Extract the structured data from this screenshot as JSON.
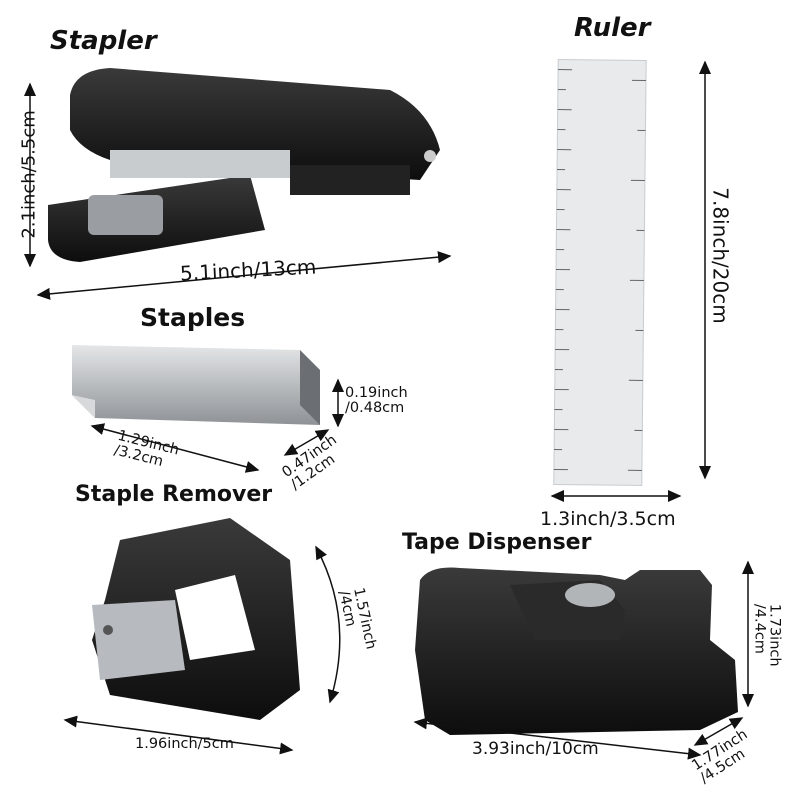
{
  "products": {
    "stapler": {
      "title": "Stapler",
      "height": "2.1inch/5.5cm",
      "length": "5.1inch/13cm"
    },
    "ruler": {
      "title": "Ruler",
      "length": "7.8inch/20cm",
      "width": "1.3inch/3.5cm"
    },
    "staples": {
      "title": "Staples",
      "height_line1": "0.19inch",
      "height_line2": "/0.48cm",
      "length_line1": "1.29inch",
      "length_line2": "/3.2cm",
      "depth_line1": "0.47inch",
      "depth_line2": "/1.2cm"
    },
    "staple_remover": {
      "title": "Staple Remover",
      "height_line1": "1.57inch",
      "height_line2": "/4cm",
      "length": "1.96inch/5cm"
    },
    "tape_dispenser": {
      "title": "Tape Dispenser",
      "height_line1": "1.73inch",
      "height_line2": "/4.4cm",
      "length": "3.93inch/10cm",
      "depth_line1": "1.77inch",
      "depth_line2": "/4.5cm"
    }
  },
  "colors": {
    "product_black": "#1a1a1a",
    "metal": "#b8bcc0",
    "ruler": "#e8eaec"
  }
}
